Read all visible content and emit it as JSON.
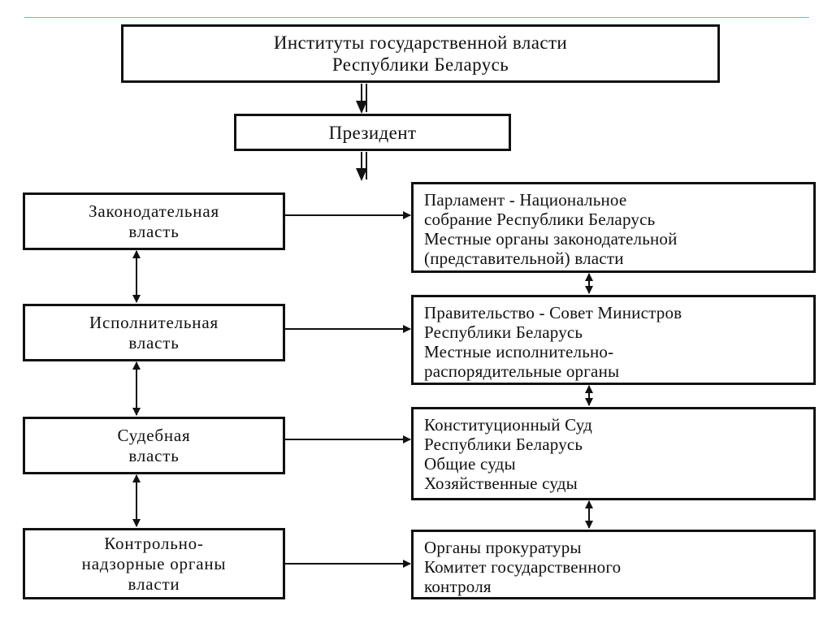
{
  "diagram": {
    "title": {
      "lines": [
        "Институты государственной власти",
        "Республики Беларусь"
      ]
    },
    "president": "Президент",
    "branches": [
      {
        "id": "legislative",
        "lines": [
          "Законодательная",
          "власть"
        ],
        "bodies": [
          "Парламент - Национальное",
          "собрание Республики Беларусь",
          "Местные органы законодательной",
          "(представительной) власти"
        ]
      },
      {
        "id": "executive",
        "lines": [
          "Исполнительная",
          "власть"
        ],
        "bodies": [
          "Правительство - Совет Министров",
          "Республики Беларусь",
          "Местные исполнительно-",
          "распорядительные органы"
        ]
      },
      {
        "id": "judicial",
        "lines": [
          "Судебная",
          "власть"
        ],
        "bodies": [
          "Конституционный Суд",
          "Республики Беларусь",
          "Общие суды",
          "Хозяйственные суды"
        ]
      },
      {
        "id": "control",
        "lines": [
          "Контрольно-",
          "надзорные органы",
          "власти"
        ],
        "bodies": [
          "Органы прокуратуры",
          "Комитет государственного",
          "контроля"
        ]
      }
    ]
  },
  "colors": {
    "stroke": "#111111",
    "background": "#ffffff",
    "top_rule": "#6fb8cf"
  }
}
